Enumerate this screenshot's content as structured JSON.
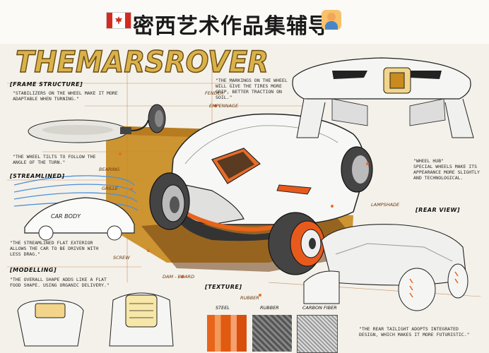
{
  "header": {
    "title": "密西艺术作品集辅导"
  },
  "sheet": {
    "big_title": "THEMARSROVER",
    "sections": {
      "frame": "[FRAME STRUCTURE]",
      "streamlined": "[STREAMLINED]",
      "modelling": "[MODELLING]",
      "rear_view": "[REAR VIEW]",
      "texture": "[TEXTURE]"
    },
    "notes": {
      "frame_note": "\"STABILIZERS ON THE WHEEL MAKE IT MORE\nADAPTABLE WHEN TURNING.\"",
      "wheels_note": "\"THE WHEEL TILTS TO FOLLOW THE\nANGLE OF THE TURN.\"",
      "streamlined_note": "\"THE STREAMLINED FLAT EXTERIOR\nALLOWS THE CAR TO BE DRIVEN WITH\nLESS DRAG.\"",
      "modelling_note": "\"THE OVERALL SHAPE ADDS LIKE A FLAT\nFOOD SHAPE. USING ORGANIC DELIVERY.\"",
      "markings_note": "\"THE MARKINGS ON THE WHEEL\nWILL GIVE THE TIRES MORE\nGRIP, BETTER TRACTION ON\nSOIL.\"",
      "wheel_hub_note": "\"WHEEL HUB\"\nSPECIAL WHEELS MAKE ITS\nAPPEARANCE MORE SLIGHTLY\nAND TECHNOLOGICAL.",
      "taillight_note": "\"THE REAR TAILIGHT ADOPTS INTEGRATED\nDESIGN, WHICH MAKES IT MORE FUTURISTIC.\""
    },
    "labels": {
      "car_body": "CAR BODY",
      "fender": "FENDER",
      "empennage": "EMPENNAGE",
      "bearing": "BEARING",
      "grille": "GRILLE",
      "lampshade": "LAMPSHADE",
      "screw": "SCREW",
      "dam_board": "DAM - BOARD",
      "rubber": "RUBBER"
    },
    "materials": [
      "STEEL",
      "RUBBER",
      "CARBON FIBER"
    ]
  },
  "colors": {
    "accent_gold": "#c98a1e",
    "orange": "#e8641c",
    "blue_airflow": "#4a90d9",
    "canada_red": "#d52b1e"
  }
}
